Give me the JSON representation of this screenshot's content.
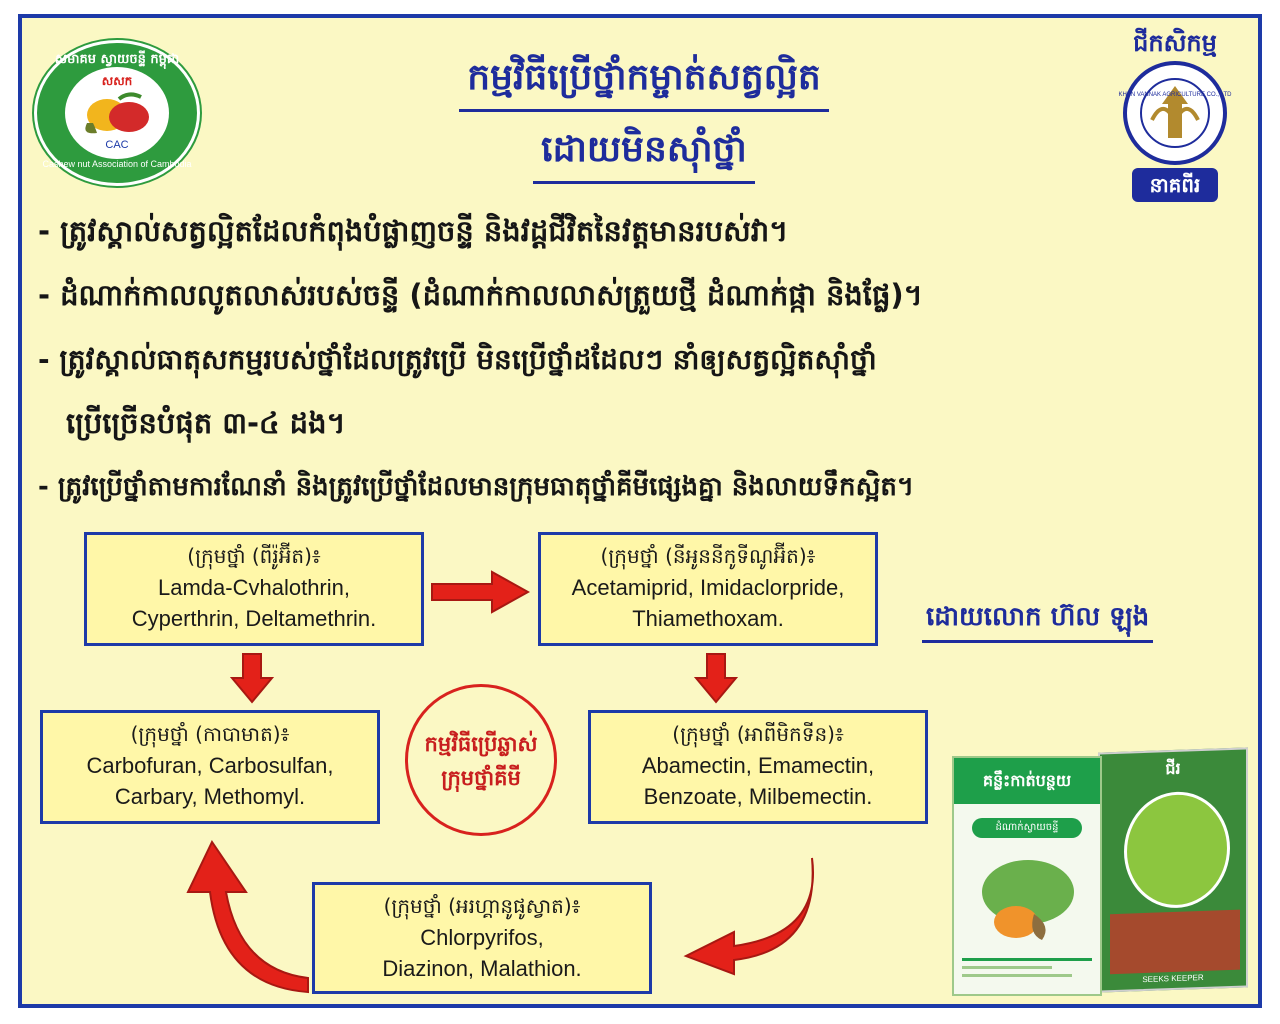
{
  "title": {
    "line1": "កម្មវិធីប្រើថ្នាំកម្ចាត់សត្វល្អិត",
    "line2": "ដោយមិនស៊ាំថ្នាំ"
  },
  "bullets": [
    "- ត្រូវស្គាល់សត្វល្អិតដែលកំពុងបំផ្លាញចន្ទី និងវដ្តជីវិតនៃវត្តមានរបស់វា។",
    "- ដំណាក់កាលលូតលាស់របស់ចន្ទី (ដំណាក់កាលលាស់ត្រួយថ្មី ដំណាក់ផ្កា និងផ្លែ)។",
    "- ត្រូវស្គាល់ធាតុសកម្មរបស់ថ្នាំដែលត្រូវប្រើ មិនប្រើថ្នាំដដែលៗ នាំឲ្យសត្វល្អិតស៊ាំថ្នាំ",
    "ប្រើច្រើនបំផុត ៣-៤ ដង។",
    "- ត្រូវប្រើថ្នាំតាមការណែនាំ និងត្រូវប្រើថ្នាំដែលមានក្រុមធាតុថ្នាំគីមីផ្សេងគ្នា និងលាយទឹកស្អិត។"
  ],
  "groups": {
    "pyrethroid": {
      "label": "(ក្រុមថ្នាំ (ពីរ៉ូអ៊ីត)៖",
      "line1": "Lamda-Cvhalothrin,",
      "line2": "Cyperthrin, Deltamethrin."
    },
    "neonicotinoid": {
      "label": "(ក្រុមថ្នាំ (នីអូននីកូទីណូអ៊ីត)៖",
      "line1": "Acetamiprid, Imidaclorpride,",
      "line2": "Thiamethoxam."
    },
    "carbamate": {
      "label": "(ក្រុមថ្នាំ (កាបាមាត)៖",
      "line1": "Carbofuran, Carbosulfan,",
      "line2": "Carbary, Methomyl."
    },
    "avermectin": {
      "label": "(ក្រុមថ្នាំ (អាពីមិកទីន)៖",
      "line1": "Abamectin, Emamectin,",
      "line2": "Benzoate, Milbemectin."
    },
    "organophosphate": {
      "label": "(ក្រុមថ្នាំ (អរហ្គានូផូស្វាត)៖",
      "line1": "Chlorpyrifos,",
      "line2": "Diazinon, Malathion."
    }
  },
  "center": {
    "line1": "កម្មវិធីប្រើឆ្លាស់",
    "line2": "ក្រុមថ្នាំគីមី"
  },
  "author": "ដោយលោក ហ៊ល ឡុង",
  "logo_left": {
    "ring_top": "សមាគម ស្វាយចន្ទី កម្ពុជា",
    "abbr_km": "សសក",
    "ring_bottom": "Cashew nut Association of Cambodia",
    "abbr": "CAC"
  },
  "logo_right": {
    "top_text": "ជីកសិកម្ម",
    "bottom_text": "នាគពីរ",
    "ring_text": "KHEN VANNAK AGRICULTURE CO., LTD"
  },
  "book1": {
    "title": "គន្លឹះកាត់បន្ថយ",
    "subtitle": "ដំណាក់ស្វាយចន្ទី"
  },
  "book2": {
    "title": "ជីរ",
    "spine": "SEEKS KEEPER"
  },
  "colors": {
    "border": "#1d3aa8",
    "background": "#fbf8c4",
    "box_fill": "#fff7a8",
    "arrow": "#e32119",
    "title": "#1e2c9c"
  }
}
